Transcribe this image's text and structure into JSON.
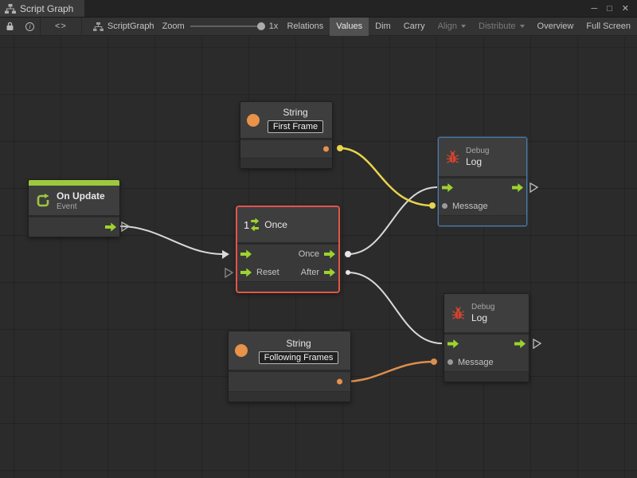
{
  "window": {
    "tab_title": "Script Graph",
    "minimize": "─",
    "maximize": "□",
    "close": "✕"
  },
  "toolbar": {
    "code_icon_text": "<>",
    "graph_name": "ScriptGraph",
    "zoom_label": "Zoom",
    "zoom_value": "1x",
    "buttons": {
      "relations": "Relations",
      "values": "Values",
      "dim": "Dim",
      "carry": "Carry",
      "align": "Align",
      "distribute": "Distribute",
      "overview": "Overview",
      "fullscreen": "Full Screen"
    }
  },
  "nodes": {
    "string_top": {
      "title": "String",
      "value": "First Frame"
    },
    "on_update": {
      "title": "On Update",
      "subtitle": "Event"
    },
    "once": {
      "badge": "1",
      "title": "Once",
      "output_once": "Once",
      "input_reset": "Reset",
      "output_after": "After"
    },
    "debug_log_top": {
      "category": "Debug",
      "title": "Log",
      "input_message": "Message"
    },
    "debug_log_bottom": {
      "category": "Debug",
      "title": "Log",
      "input_message": "Message"
    },
    "string_bottom": {
      "title": "String",
      "value": "Following Frames"
    }
  },
  "colors": {
    "control_flow_green": "#9dd32e",
    "event_header_green": "#9dc73e",
    "string_port_orange": "#e8924a",
    "selection_border_red": "#e25549",
    "selection_border_blue": "#4a7dab",
    "wire_white": "#d9d9d9",
    "wire_yellow": "#e8d44d",
    "wire_orange": "#dd8e4e",
    "debug_bug_red": "#cf4631"
  }
}
